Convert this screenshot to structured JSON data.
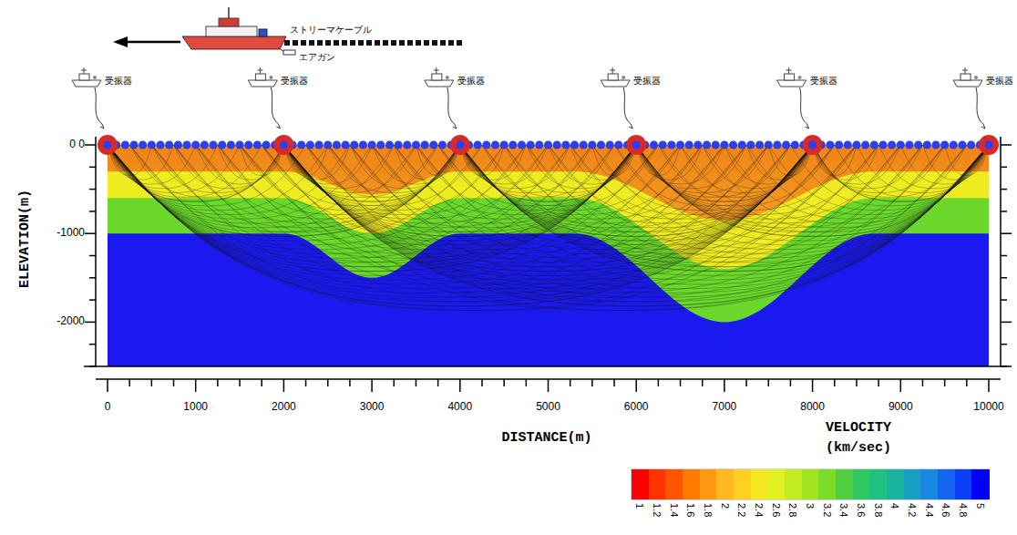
{
  "diagram": {
    "labels": [
      "ストリーマケーブル",
      "エアガン",
      "受振器",
      "受振器",
      "受振器",
      "受振器",
      "受振器",
      "受振器",
      "ELEVATION(m)",
      "0 0",
      "-1000",
      "-2000",
      "0",
      "1000",
      "2000",
      "3000",
      "4000",
      "5000",
      "6000",
      "7000",
      "8000",
      "9000",
      "10000",
      "DISTANCE(m)",
      "VELOCITY",
      "(km/sec)"
    ],
    "legend": [
      {
        "text": "1",
        "color": "#ff0000"
      },
      {
        "text": "1.2",
        "color": "#ff3300"
      },
      {
        "text": "1.4",
        "color": "#ff5500"
      },
      {
        "text": "1.6",
        "color": "#ff7a00"
      },
      {
        "text": "1.8",
        "color": "#ff9a10"
      },
      {
        "text": "2",
        "color": "#ffb820"
      },
      {
        "text": "2.2",
        "color": "#ffd020"
      },
      {
        "text": "2.4",
        "color": "#f5e820"
      },
      {
        "text": "2.6",
        "color": "#e0f020"
      },
      {
        "text": "2.8",
        "color": "#c0ec20"
      },
      {
        "text": "3",
        "color": "#a0e420"
      },
      {
        "text": "3.2",
        "color": "#7cdc28"
      },
      {
        "text": "3.4",
        "color": "#50d040"
      },
      {
        "text": "3.6",
        "color": "#30c860"
      },
      {
        "text": "3.8",
        "color": "#20c080"
      },
      {
        "text": "4",
        "color": "#18b4a0"
      },
      {
        "text": "4.2",
        "color": "#18a0c0"
      },
      {
        "text": "4.4",
        "color": "#1888e0"
      },
      {
        "text": "4.6",
        "color": "#1466f0"
      },
      {
        "text": "4.8",
        "color": "#0c40f8"
      },
      {
        "text": "5",
        "color": "#0000ff"
      }
    ]
  }
}
